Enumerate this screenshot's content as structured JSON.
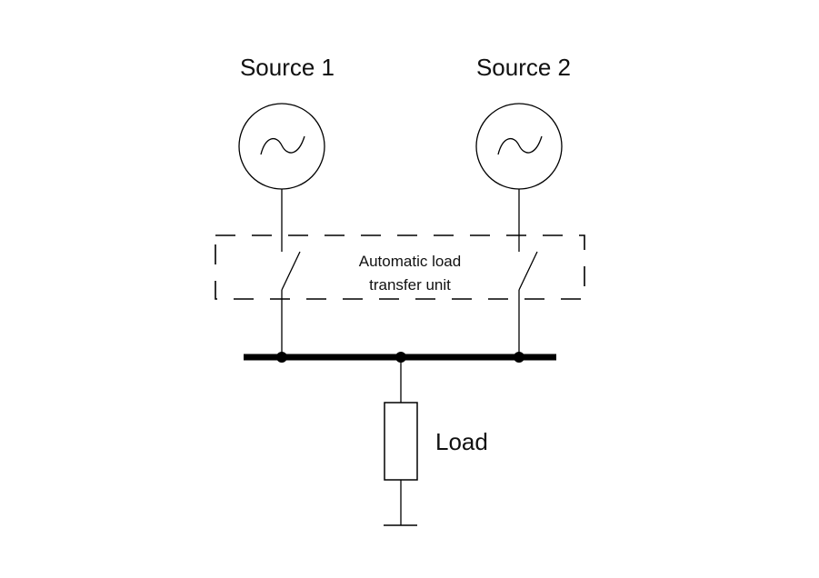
{
  "diagram": {
    "type": "single-line electrical schematic",
    "sources": [
      {
        "id": "source1",
        "label": "Source 1",
        "symbol": "ac-generator-icon"
      },
      {
        "id": "source2",
        "label": "Source 2",
        "symbol": "ac-generator-icon"
      }
    ],
    "transfer_unit": {
      "label_line1": "Automatic load",
      "label_line2": "transfer unit",
      "switches": [
        "switch for Source 1",
        "switch for Source 2"
      ]
    },
    "bus": {
      "label": "",
      "junctions": 3
    },
    "load": {
      "label": "Load",
      "symbol": "resistor-icon",
      "terminal": "ground-icon"
    },
    "colors": {
      "line": "#000000",
      "background": "#ffffff"
    }
  }
}
